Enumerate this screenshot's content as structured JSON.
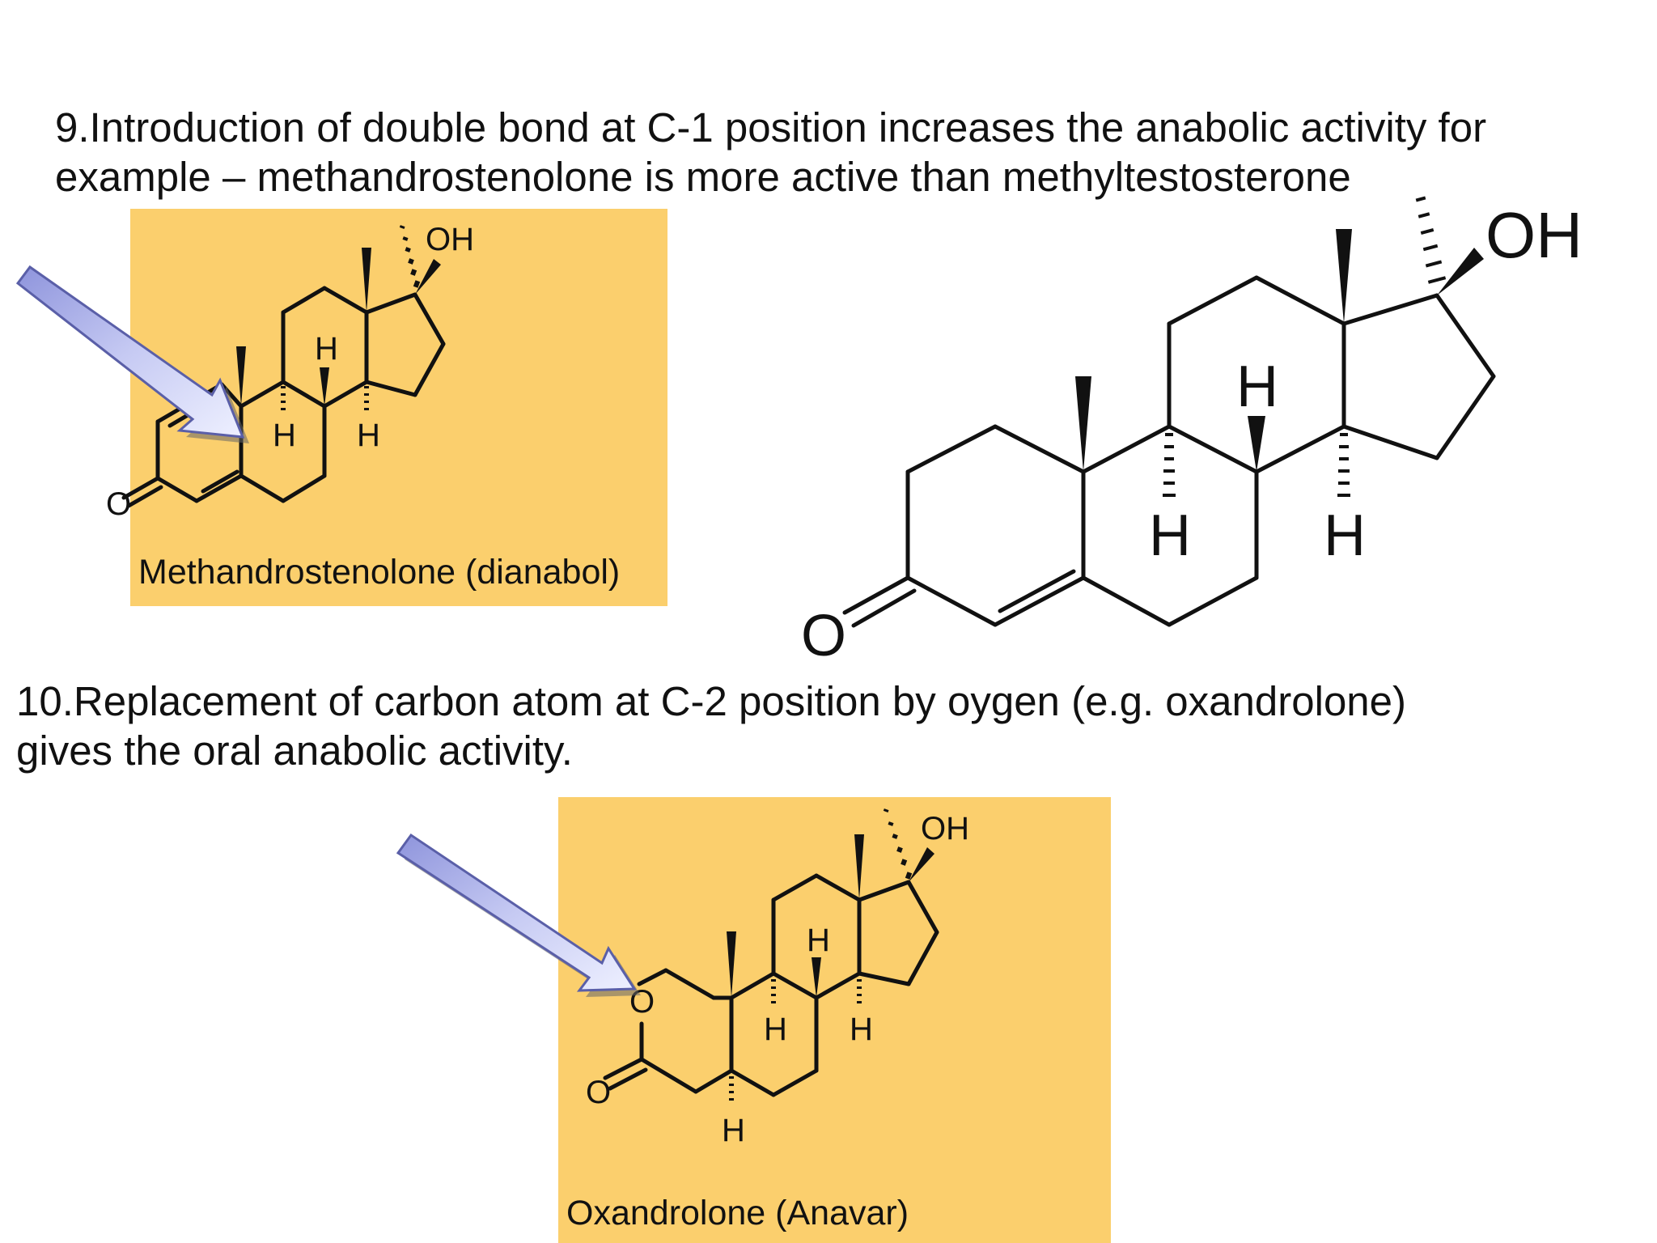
{
  "point9": {
    "line1": "9.Introduction of double bond at C-1 position increases the anabolic activity for",
    "line2": "example – methandrostenolone is more active than methyltestosterone"
  },
  "point10": {
    "line1": "10.Replacement of carbon atom at C-2 position by oygen (e.g. oxandrolone)",
    "line2": "gives the oral anabolic activity."
  },
  "methandrostenolone": {
    "caption": "Methandrostenolone (dianabol)",
    "labels": {
      "oh": "OH",
      "o": "O",
      "h": "H"
    }
  },
  "methyltestosterone": {
    "labels": {
      "oh": "OH",
      "o": "O",
      "h": "H"
    }
  },
  "oxandrolone": {
    "caption": "Oxandrolone (Anavar)",
    "labels": {
      "oh": "OH",
      "o": "O",
      "h": "H"
    }
  },
  "colors": {
    "panel": "#fbcf6d",
    "arrow_fill": "#aab0e8",
    "arrow_stroke": "#5a5fa8",
    "text": "#111111"
  },
  "icons": {
    "pointer_arrow": "blue-gradient-pointer-arrow-icon"
  }
}
